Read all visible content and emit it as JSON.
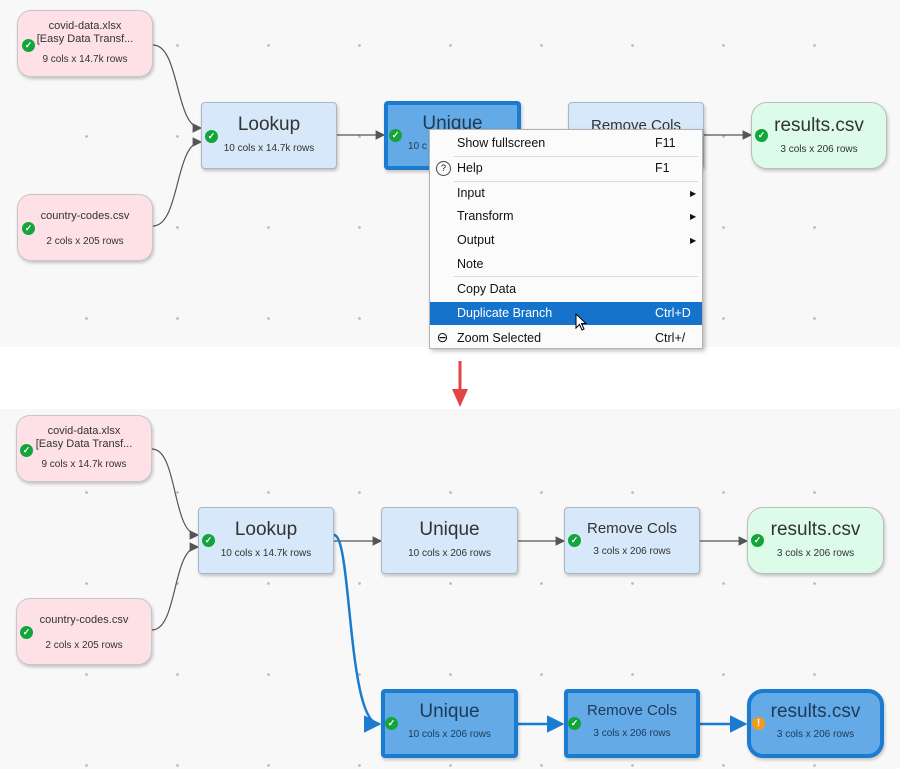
{
  "top": {
    "nodes": {
      "covid": {
        "title": "covid-data.xlsx",
        "title2": "[Easy Data Transf...",
        "sub": "9 cols x 14.7k rows"
      },
      "country": {
        "title": "country-codes.csv",
        "sub": "2 cols x 205 rows"
      },
      "lookup": {
        "title": "Lookup",
        "sub": "10 cols x 14.7k rows"
      },
      "unique": {
        "title": "Unique",
        "sub": "10 c"
      },
      "remove": {
        "title": "Remove Cols",
        "sub": ""
      },
      "results": {
        "title": "results.csv",
        "sub": "3 cols x 206 rows"
      }
    }
  },
  "menu": {
    "items": [
      {
        "label": "Show fullscreen",
        "shortcut": "F11"
      },
      {
        "label": "Help",
        "shortcut": "F1"
      },
      {
        "label": "Input",
        "submenu": true
      },
      {
        "label": "Transform",
        "submenu": true
      },
      {
        "label": "Output",
        "submenu": true
      },
      {
        "label": "Note"
      },
      {
        "label": "Copy Data"
      },
      {
        "label": "Duplicate Branch",
        "shortcut": "Ctrl+D"
      },
      {
        "label": "Zoom Selected",
        "shortcut": "Ctrl+/"
      }
    ],
    "help_icon": "?",
    "zoom_icon": "⊖"
  },
  "bottom": {
    "nodes": {
      "covid": {
        "title": "covid-data.xlsx",
        "title2": "[Easy Data Transf...",
        "sub": "9 cols x 14.7k rows"
      },
      "country": {
        "title": "country-codes.csv",
        "sub": "2 cols x 205 rows"
      },
      "lookup": {
        "title": "Lookup",
        "sub": "10 cols x 14.7k rows"
      },
      "unique": {
        "title": "Unique",
        "sub": "10 cols x 206 rows"
      },
      "remove": {
        "title": "Remove Cols",
        "sub": "3 cols x 206 rows"
      },
      "results": {
        "title": "results.csv",
        "sub": "3 cols x 206 rows"
      },
      "unique2": {
        "title": "Unique",
        "sub": "10 cols x 206 rows"
      },
      "remove2": {
        "title": "Remove Cols",
        "sub": "3 cols x 206 rows"
      },
      "results2": {
        "title": "results.csv",
        "sub": "3 cols x 206 rows"
      }
    }
  },
  "icons": {
    "check": "✓",
    "warning": "!",
    "submenu_arrow": "▶"
  },
  "colors": {
    "selection": "#1a7bd0",
    "menu_highlight": "#1673cc",
    "arrow": "#e04646",
    "ok": "#13a53a",
    "warn": "#f39a1d"
  }
}
